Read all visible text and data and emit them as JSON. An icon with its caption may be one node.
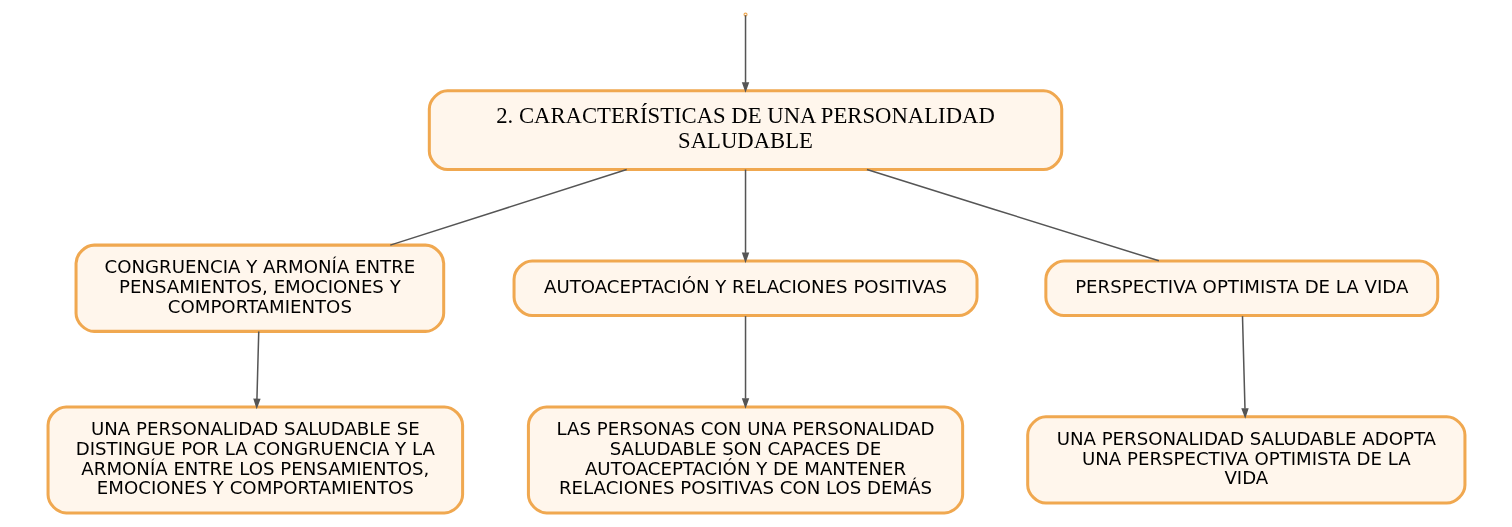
{
  "diagram": {
    "nodes": [
      {
        "text": [
          "2. CARACTERÍSTICAS DE UNA PERSONALIDAD SALUDABLE"
        ]
      },
      {
        "text": [
          "CONGRUENCIA Y ARMONÍA ENTRE PENSAMIENTOS, EMOCIONES Y COMPORTAMIENTOS"
        ]
      },
      {
        "text": [
          "AUTOACEPTACIÓN Y RELACIONES POSITIVAS"
        ]
      },
      {
        "text": [
          "PERSPECTIVA OPTIMISTA DE LA VIDA"
        ]
      },
      {
        "text": [
          "UNA PERSONALIDAD SALUDABLE SE DISTINGUE POR LA CONGRUENCIA Y LA ARMONÍA ENTRE LOS PENSAMIENTOS, EMOCIONES Y COMPORTAMIENTOS"
        ]
      },
      {
        "text": [
          "LAS PERSONAS CON UNA PERSONALIDAD SALUDABLE SON CAPACES DE AUTOACEPTACIÓN Y DE MANTENER RELACIONES POSITIVAS CON LOS DEMÁS"
        ]
      },
      {
        "text": [
          "UNA PERSONALIDAD SALUDABLE ADOPTA UNA PERSPECTIVA OPTIMISTA DE LA VIDA"
        ]
      }
    ],
    "edges": [
      {
        "from": null,
        "to": 0,
        "arrow": "to"
      },
      {
        "from": 0,
        "to": 1,
        "arrow": "none"
      },
      {
        "from": 0,
        "to": 2,
        "arrow": "to"
      },
      {
        "from": 0,
        "to": 3,
        "arrow": "none"
      },
      {
        "from": 1,
        "to": 4,
        "arrow": "to"
      },
      {
        "from": 2,
        "to": 5,
        "arrow": "to"
      },
      {
        "from": 3,
        "to": 6,
        "arrow": "to"
      }
    ]
  }
}
